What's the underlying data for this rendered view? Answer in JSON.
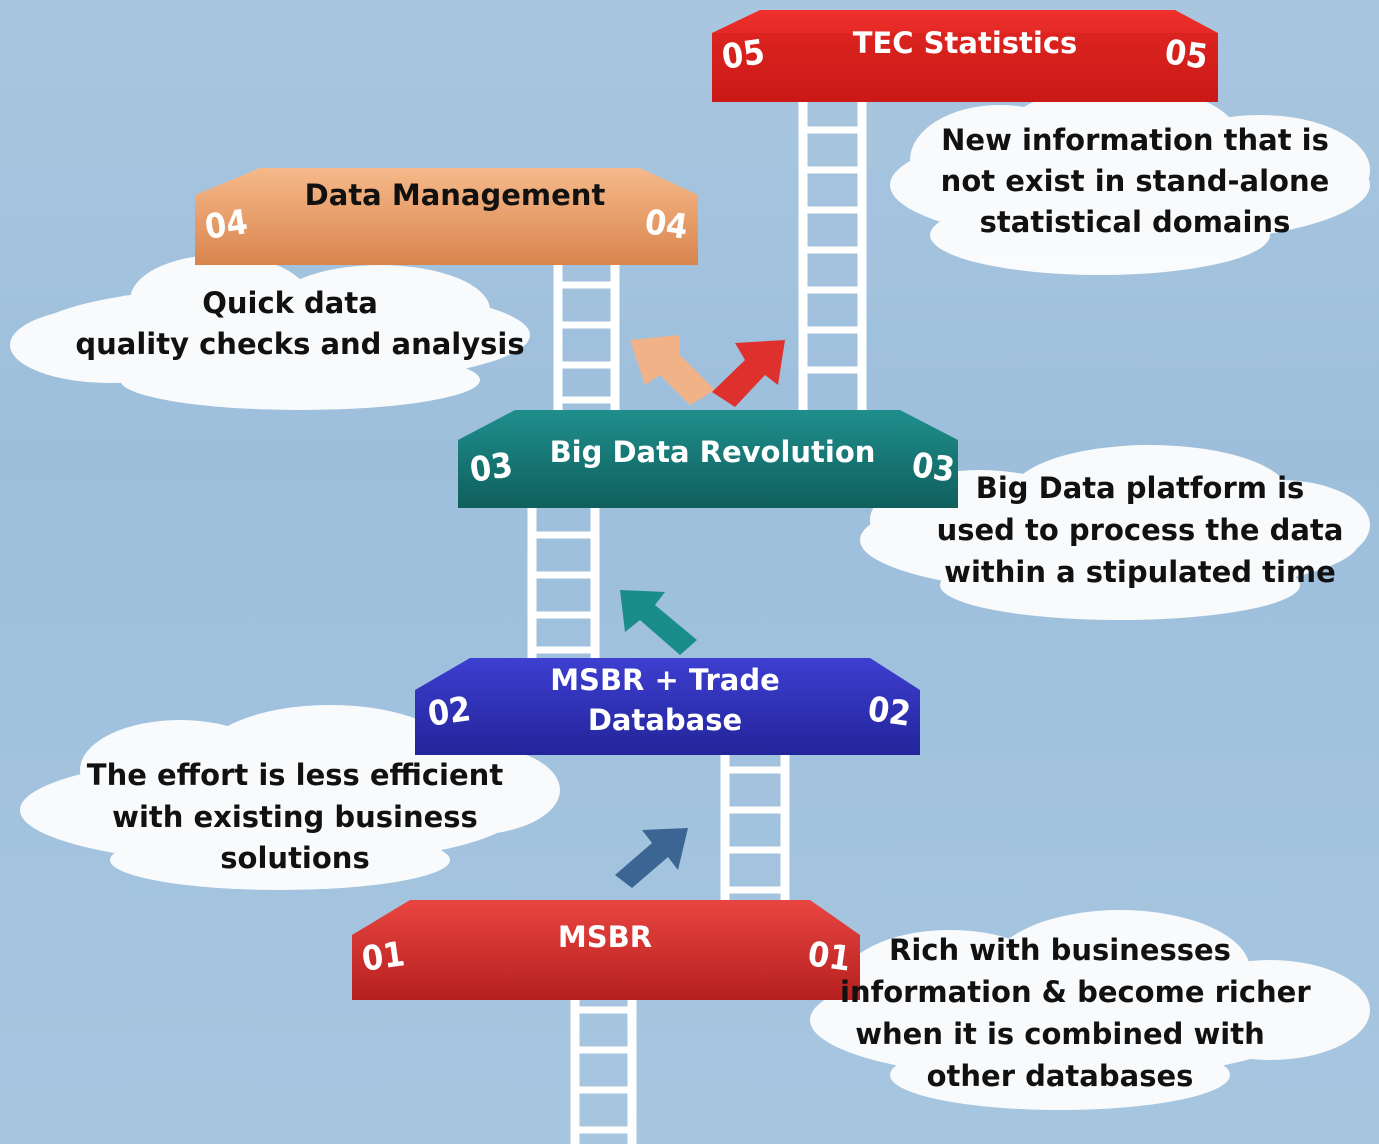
{
  "steps": [
    {
      "number": "01",
      "title": "MSBR",
      "color": "#d8302f",
      "note": [
        "Rich with businesses",
        "information & become richer",
        "when it is combined with",
        "other databases"
      ]
    },
    {
      "number": "02",
      "title_lines": [
        "MSBR + Trade",
        "Database"
      ],
      "color": "#2a2db6",
      "note": [
        "The effort  is less efficient",
        "with existing business",
        "solutions"
      ]
    },
    {
      "number": "03",
      "title": "Big Data Revolution",
      "color": "#157a78",
      "note": [
        "Big Data platform is",
        "used to process the data",
        "within a stipulated time"
      ]
    },
    {
      "number": "04",
      "title": "Data Management",
      "color": "#eea46b",
      "note": [
        "Quick data",
        "quality checks and analysis"
      ]
    },
    {
      "number": "05",
      "title": "TEC Statistics",
      "color": "#e8201d",
      "note": [
        "New information that is",
        "not exist in stand-alone",
        "statistical domains"
      ]
    }
  ]
}
